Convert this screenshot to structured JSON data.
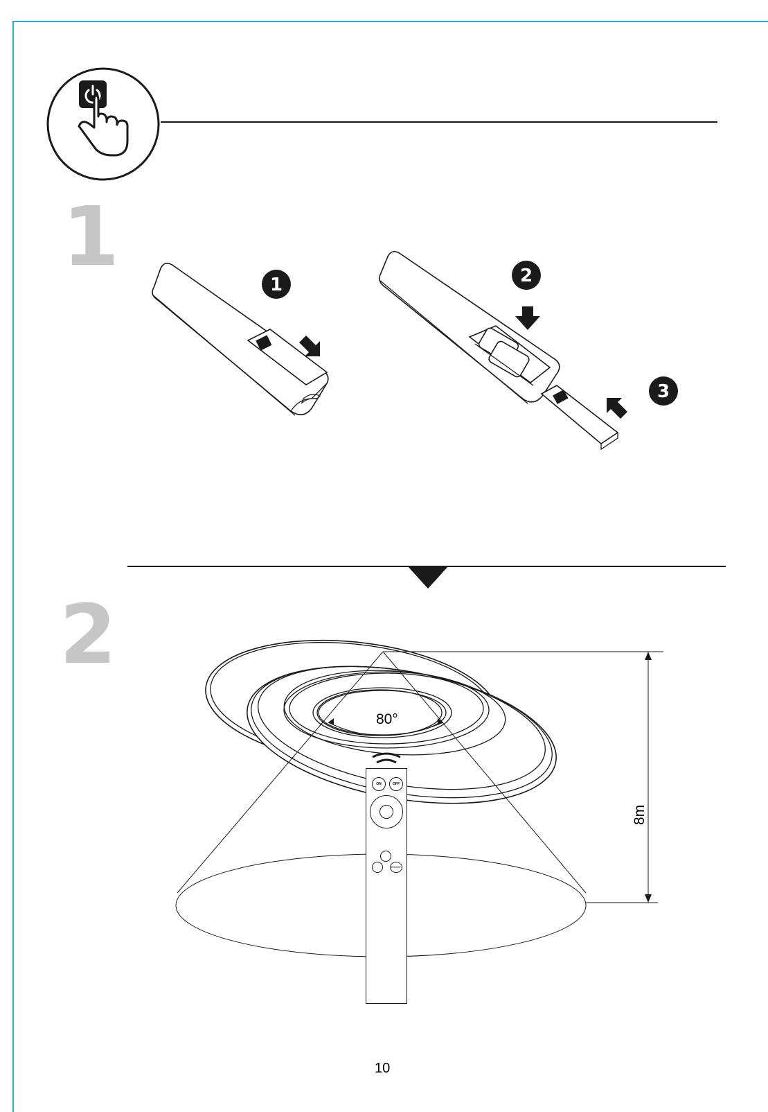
{
  "steps": {
    "one": "1",
    "two": "2"
  },
  "install": {
    "badges": [
      "1",
      "2",
      "3"
    ]
  },
  "range": {
    "angle": "80°",
    "distance": "8m"
  },
  "remote": {
    "on": "ON",
    "off": "OFF",
    "boost": "BOOST"
  },
  "page": {
    "number": "10"
  },
  "colors": {
    "frame": "#29abe2",
    "step_number": "#c6c6c6",
    "line": "#1a1a1a"
  }
}
